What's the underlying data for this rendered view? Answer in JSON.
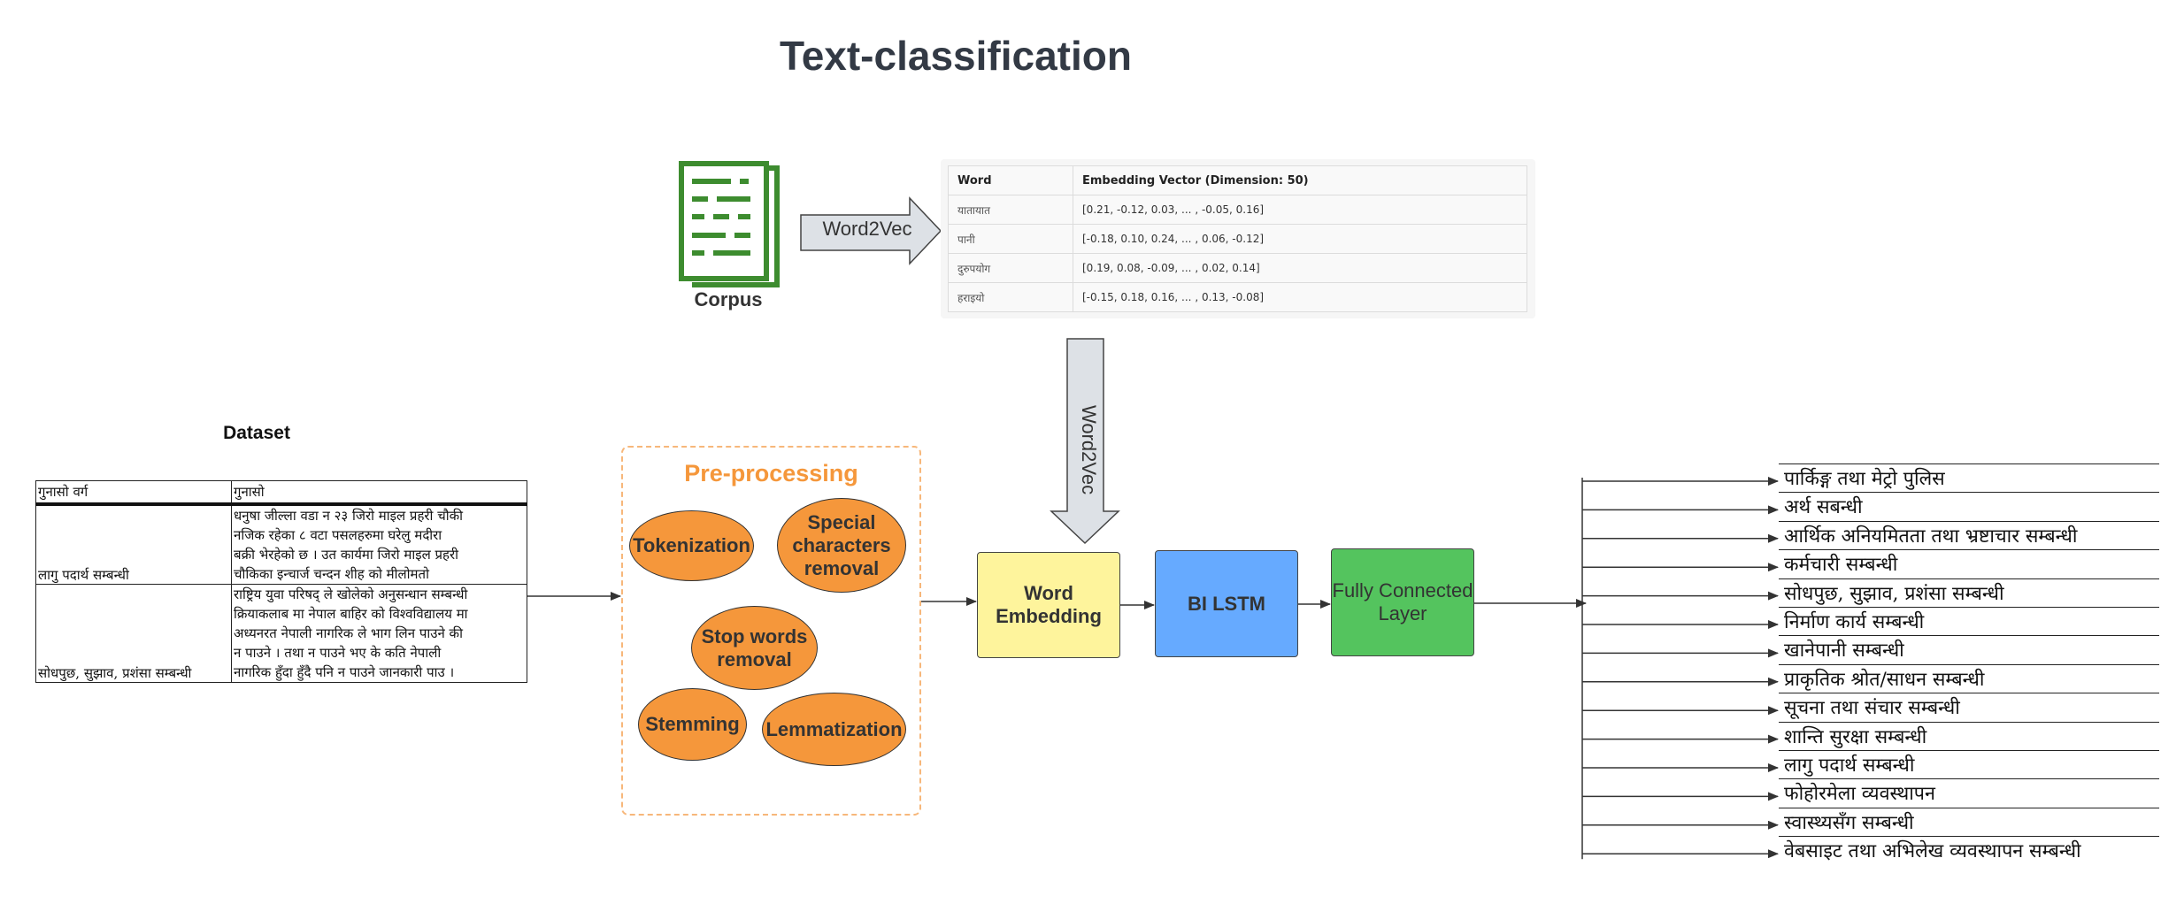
{
  "title": "Text-classification",
  "corpus": {
    "label": "Corpus",
    "icon": "document-icon",
    "color": "#3d8c2f"
  },
  "word2vec_label": "Word2Vec",
  "embedding_table": {
    "headers": [
      "Word",
      "Embedding Vector (Dimension: 50)"
    ],
    "rows": [
      {
        "word": "यातायात",
        "vector": "[0.21, -0.12, 0.03, ... , -0.05, 0.16]"
      },
      {
        "word": "पानी",
        "vector": "[-0.18, 0.10, 0.24, ... , 0.06, -0.12]"
      },
      {
        "word": "दुरुपयोग",
        "vector": "[0.19, 0.08, -0.09, ... , 0.02, 0.14]"
      },
      {
        "word": "हराइयो",
        "vector": "[-0.15, 0.18, 0.16, ... , 0.13, -0.08]"
      }
    ]
  },
  "dataset": {
    "title": "Dataset",
    "headers": [
      "गुनासो वर्ग",
      "गुनासो"
    ],
    "rows": [
      {
        "category": "लागु पदार्थ सम्बन्धी",
        "lines": [
          "धनुषा जील्ला वडा न २३  जिरो माइल प्रहरी चौकी",
          "नजिक रहेका ८ वटा पसलहरुमा घरेलु मदीरा",
          "बक्री भेरहेको छ । उत कार्यमा  जिरो माइल प्रहरी",
          "चौकिका इन्चार्ज चन्दन शीह को मीलोमतो"
        ]
      },
      {
        "category": "सोधपुछ, सुझाव, प्रशंसा सम्बन्धी",
        "lines": [
          "राष्ट्रिय युवा परिषद् ले खोलेको अनुसन्धान सम्बन्धी",
          "क्रियाकलाब मा नेपाल बाहिर को विश्वविद्यालय मा",
          "अध्यनरत नेपाली नागरिक ले भाग लिन पाउने की",
          "न पाउने । तथा न पाउने भए के कति नेपाली",
          "नागरिक हुँदा हुँदै पनि न पाउने जानकारी पाउ ।"
        ]
      }
    ]
  },
  "preprocessing": {
    "title": "Pre-processing",
    "steps": [
      "Tokenization",
      "Special characters removal",
      "Stop words removal",
      "Stemming",
      "Lemmatization"
    ],
    "color": "#f5973b"
  },
  "blocks": {
    "word_embedding": "Word Embedding",
    "bi_lstm": "BI LSTM",
    "fully_connected": "Fully Connected Layer"
  },
  "colors": {
    "word_embedding": "#fef49c",
    "bi_lstm": "#66aaff",
    "fully_connected": "#54c45e",
    "arrow": "#333333"
  },
  "classes": [
    "पार्किङ्ग तथा मेट्रो पुलिस",
    "अर्थ सबन्धी",
    "आर्थिक अनियमितता तथा भ्रष्टाचार सम्बन्धी",
    "कर्मचारी सम्बन्धी",
    "सोधपुछ, सुझाव, प्रशंसा सम्बन्धी",
    "निर्माण कार्य सम्बन्धी",
    "खानेपानी सम्बन्धी",
    "प्राकृतिक श्रोत/साधन सम्बन्धी",
    "सूचना तथा  संचार सम्बन्धी",
    "शान्ति सुरक्षा सम्बन्धी",
    "लागु पदार्थ सम्बन्धी",
    "फोहोरमेला व्यवस्थापन",
    "स्वास्थ्यसँग सम्बन्धी",
    "वेबसाइट तथा अभिलेख व्यवस्थापन सम्बन्धी"
  ]
}
